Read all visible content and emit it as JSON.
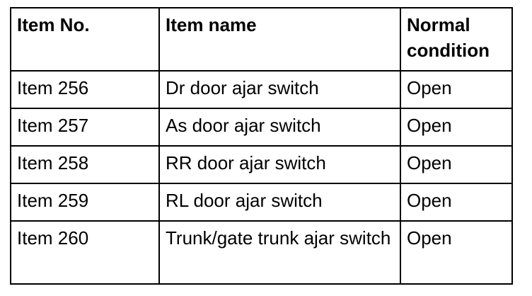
{
  "table": {
    "headers": [
      "Item No.",
      "Item name",
      "Normal condition"
    ],
    "rows": [
      [
        "Item 256",
        "Dr door ajar switch",
        "Open"
      ],
      [
        "Item 257",
        "As door ajar switch",
        "Open"
      ],
      [
        "Item 258",
        "RR door ajar switch",
        "Open"
      ],
      [
        "Item 259",
        "RL door ajar switch",
        "Open"
      ],
      [
        "Item 260",
        "Trunk/gate trunk ajar switch",
        "Open"
      ]
    ]
  }
}
